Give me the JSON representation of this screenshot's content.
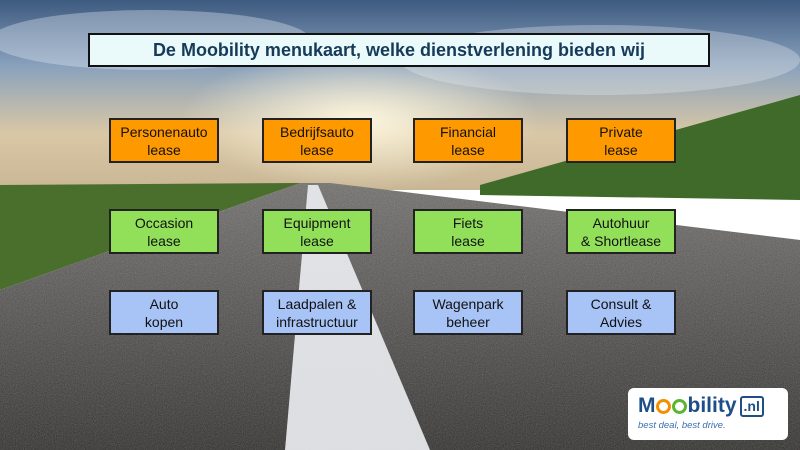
{
  "title": "De Moobility menukaart, welke dienstverlening bieden wij",
  "colors": {
    "row1": "#ff9900",
    "row2": "#92e05a",
    "row3": "#a8c3f5"
  },
  "rows": [
    [
      "Personenauto\nlease",
      "Bedrijfsauto\nlease",
      "Financial\nlease",
      "Private\nlease"
    ],
    [
      "Occasion\nlease",
      "Equipment\nlease",
      "Fiets\nlease",
      "Autohuur\n& Shortlease"
    ],
    [
      "Auto\nkopen",
      "Laadpalen &\ninfrastructuur",
      "Wagenpark\nbeheer",
      "Consult &\nAdvies"
    ]
  ],
  "logo": {
    "m": "M",
    "rest": "bility",
    "nl": ".nl",
    "tagline": "best deal, best drive."
  }
}
